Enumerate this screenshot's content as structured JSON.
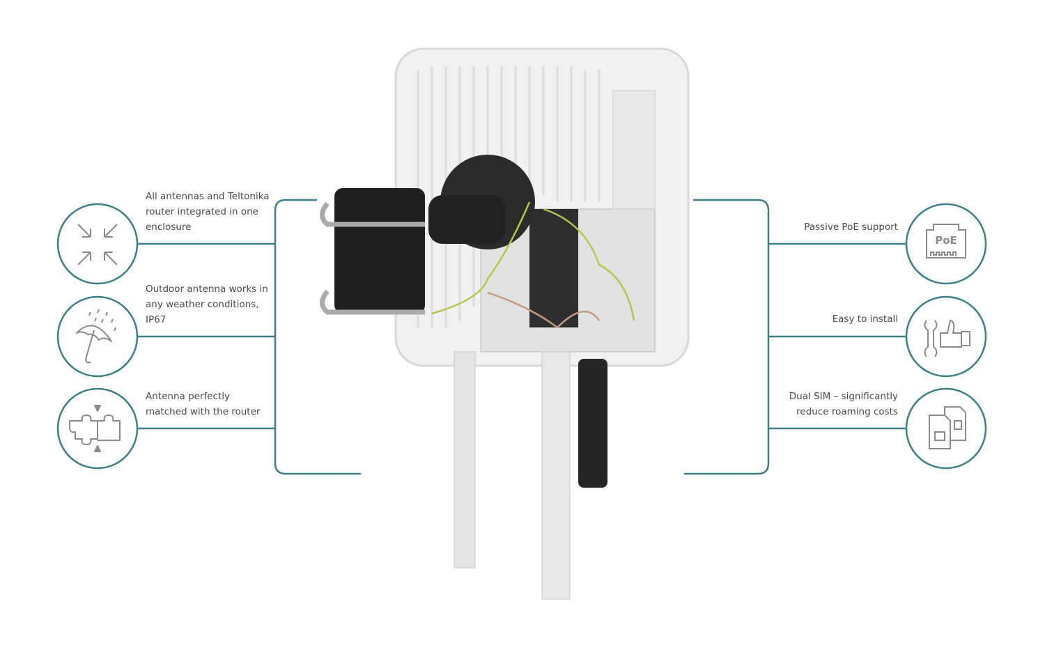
{
  "colors": {
    "accent": "#3d7f86",
    "icon": "#8a8a8a",
    "text": "#4a4a4a"
  },
  "features_left": [
    {
      "icon": "compress-arrows-icon",
      "lines": [
        "All antennas and Teltonika",
        "router integrated in one",
        "enclosure"
      ]
    },
    {
      "icon": "umbrella-rain-icon",
      "lines": [
        "Outdoor antenna works in",
        "any weather conditions,",
        "IP67"
      ]
    },
    {
      "icon": "puzzle-icon",
      "lines": [
        "Antenna perfectly",
        "matched with the router"
      ]
    }
  ],
  "features_right": [
    {
      "icon": "poe-port-icon",
      "icon_text": "PoE",
      "lines": [
        "Passive PoE support"
      ]
    },
    {
      "icon": "wrench-thumbs-up-icon",
      "lines": [
        "Easy to install"
      ]
    },
    {
      "icon": "dual-sim-icon",
      "lines": [
        "Dual SIM – significantly",
        "reduce roaming costs"
      ]
    }
  ]
}
